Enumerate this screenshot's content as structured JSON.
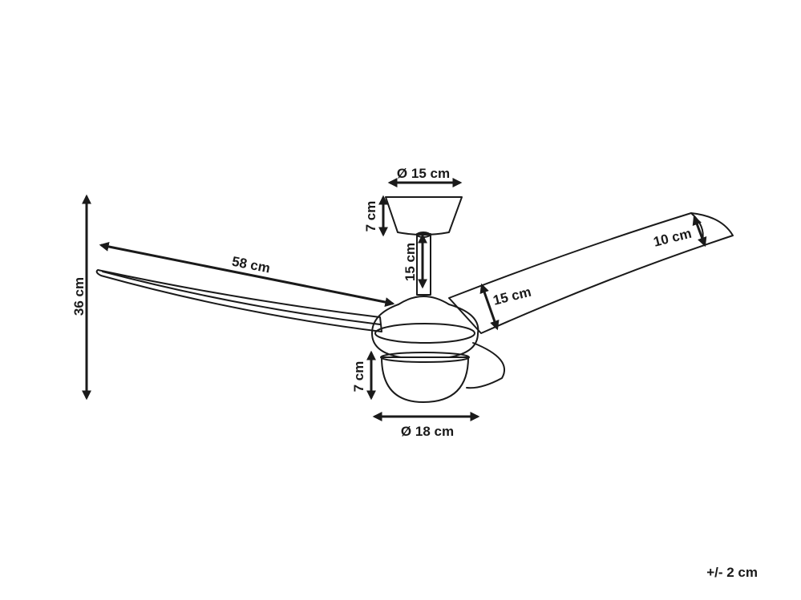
{
  "dimensions": {
    "total_height": "36 cm",
    "blade_length": "58 cm",
    "canopy_diameter": "Ø 15 cm",
    "canopy_height": "7 cm",
    "downrod_length": "15 cm",
    "blade_width_inner": "15 cm",
    "blade_width_tip": "10 cm",
    "light_height": "7 cm",
    "light_diameter": "Ø 18 cm"
  },
  "tolerance": "+/- 2 cm"
}
